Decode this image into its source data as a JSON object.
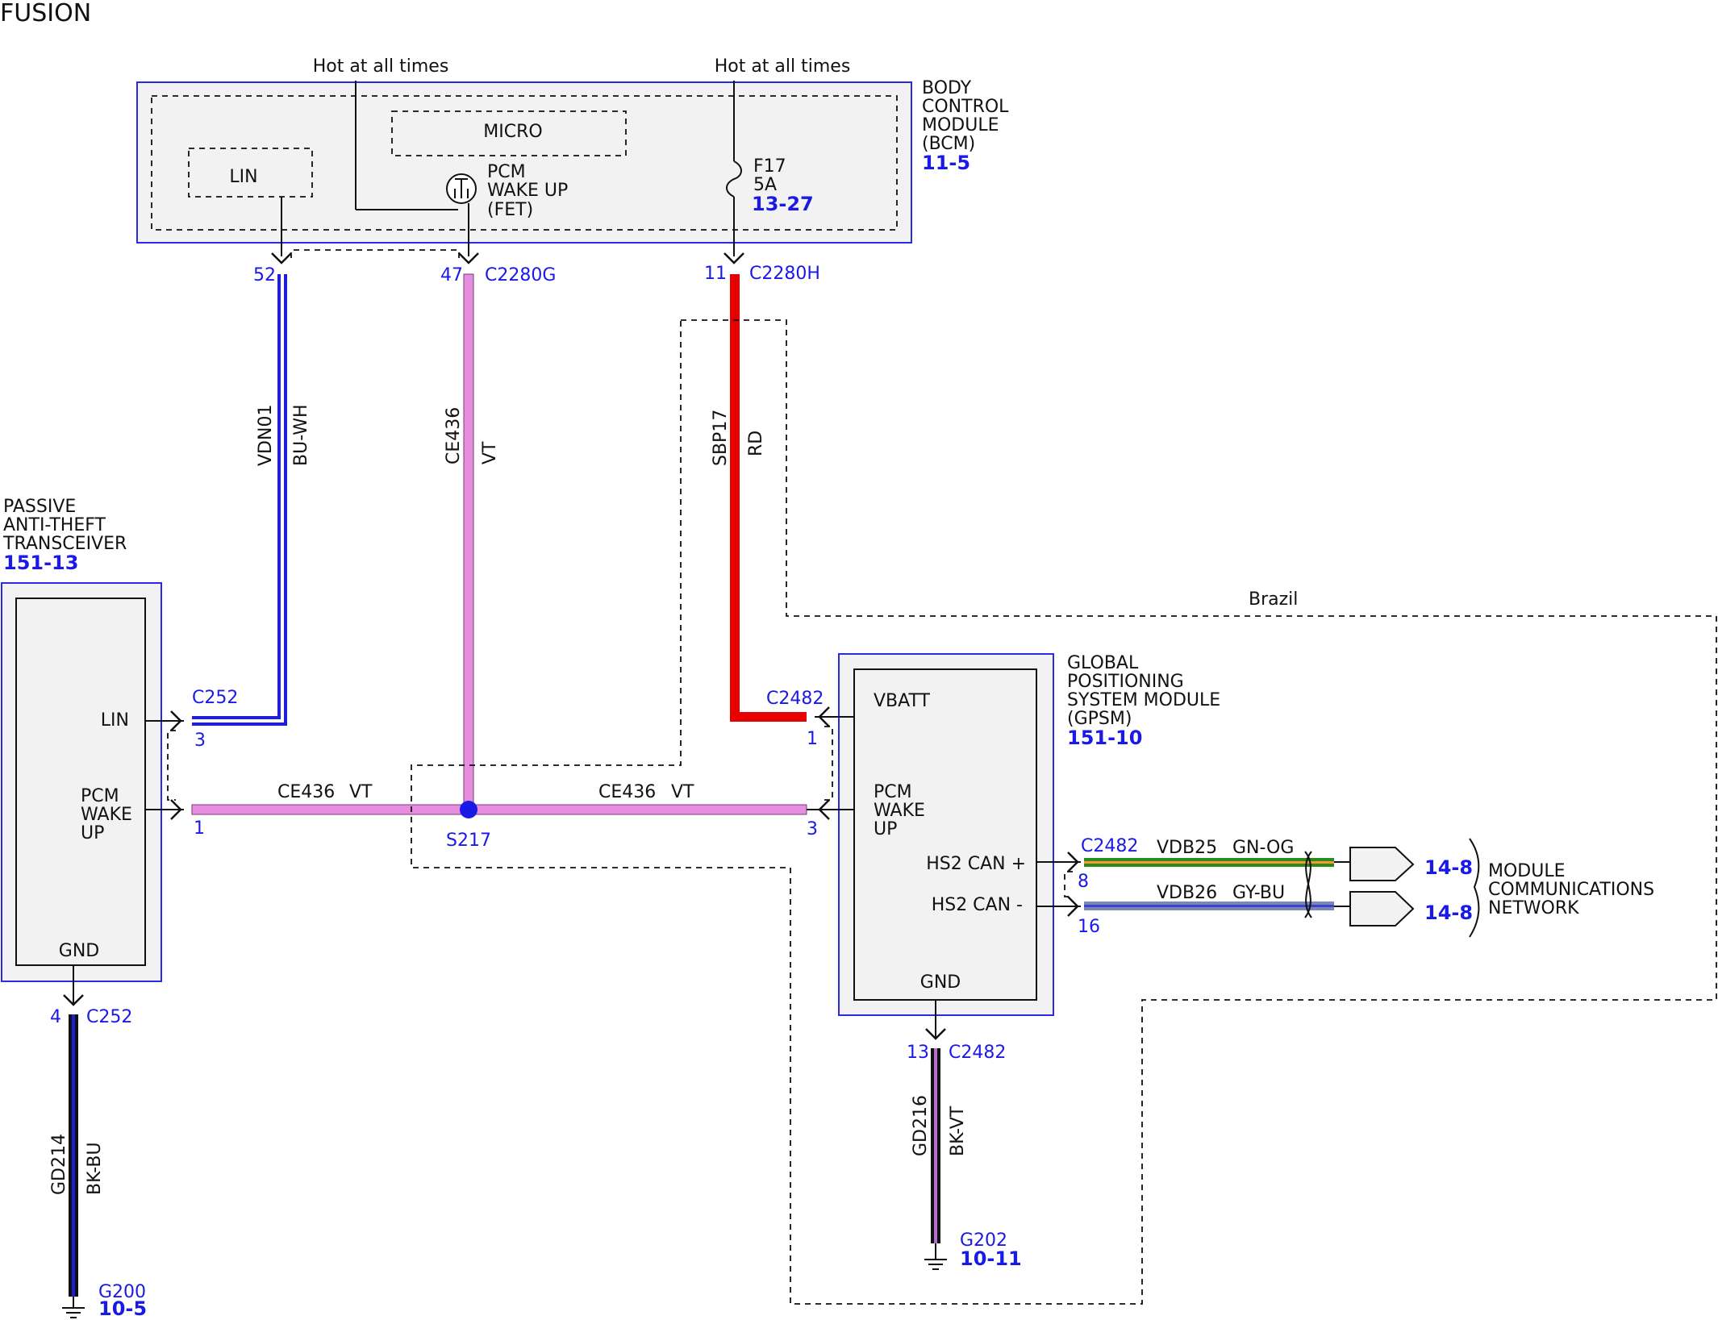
{
  "title": "FUSION",
  "hot_label": "Hot at all times",
  "region_label": "Brazil",
  "colors": {
    "blue_wire": "#1f1fd6",
    "violet_wire": "#e58ee0",
    "red_wire": "#e60000",
    "black_wire": "#111111",
    "green_wire": "#2a8a1a",
    "gray_blue_wire": "#7c86b8",
    "module_border": "#2a2ae0",
    "ref_blue": "#1a1ae6"
  },
  "bcm": {
    "name_lines": [
      "BODY",
      "CONTROL",
      "MODULE",
      "(BCM)"
    ],
    "ref": "11-5",
    "lin": "LIN",
    "micro": "MICRO",
    "fet_lines": [
      "PCM",
      "WAKE UP",
      "(FET)"
    ],
    "fuse_name": "F17",
    "fuse_rating": "5A",
    "fuse_ref": "13-27",
    "pin_lin": "52",
    "pin_wake": "47",
    "conn_g": "C2280G",
    "pin_fuse": "11",
    "conn_h": "C2280H"
  },
  "pats": {
    "name_lines": [
      "PASSIVE",
      "ANTI-THEFT",
      "TRANSCEIVER"
    ],
    "ref": "151-13",
    "lin": "LIN",
    "wake_lines": [
      "PCM",
      "WAKE",
      "UP"
    ],
    "gnd": "GND",
    "conn": "C252",
    "pin_lin": "3",
    "pin_wake": "1",
    "pin_gnd": "4",
    "gnd_conn": "C252"
  },
  "gpsm": {
    "name_lines": [
      "GLOBAL",
      "POSITIONING",
      "SYSTEM MODULE",
      "(GPSM)"
    ],
    "ref": "151-10",
    "vbatt": "VBATT",
    "wake_lines": [
      "PCM",
      "WAKE",
      "UP"
    ],
    "can_plus": "HS2 CAN +",
    "can_minus": "HS2 CAN -",
    "gnd": "GND",
    "conn": "C2482",
    "pin_vbatt": "1",
    "pin_wake": "3",
    "pin_can_plus": "8",
    "pin_can_minus": "16",
    "pin_gnd": "13",
    "gnd_conn": "C2482"
  },
  "wires": {
    "vdn01": "VDN01",
    "vdn01_color": "BU-WH",
    "ce436": "CE436",
    "ce436_color": "VT",
    "sbp17": "SBP17",
    "sbp17_color": "RD",
    "ce436_h": "CE436",
    "ce436_h_color": "VT",
    "ce436_h2": "CE436",
    "ce436_h2_color": "VT",
    "gd214": "GD214",
    "gd214_color": "BK-BU",
    "gd216": "GD216",
    "gd216_color": "BK-VT",
    "vdb25": "VDB25",
    "vdb25_color": "GN-OG",
    "vdb26": "VDB26",
    "vdb26_color": "GY-BU"
  },
  "splice": "S217",
  "grounds": {
    "g200": "G200",
    "g200_ref": "10-5",
    "g202": "G202",
    "g202_ref": "10-11"
  },
  "network": {
    "ref_plus": "14-8",
    "ref_minus": "14-8",
    "name_lines": [
      "MODULE",
      "COMMUNICATIONS",
      "NETWORK"
    ]
  }
}
